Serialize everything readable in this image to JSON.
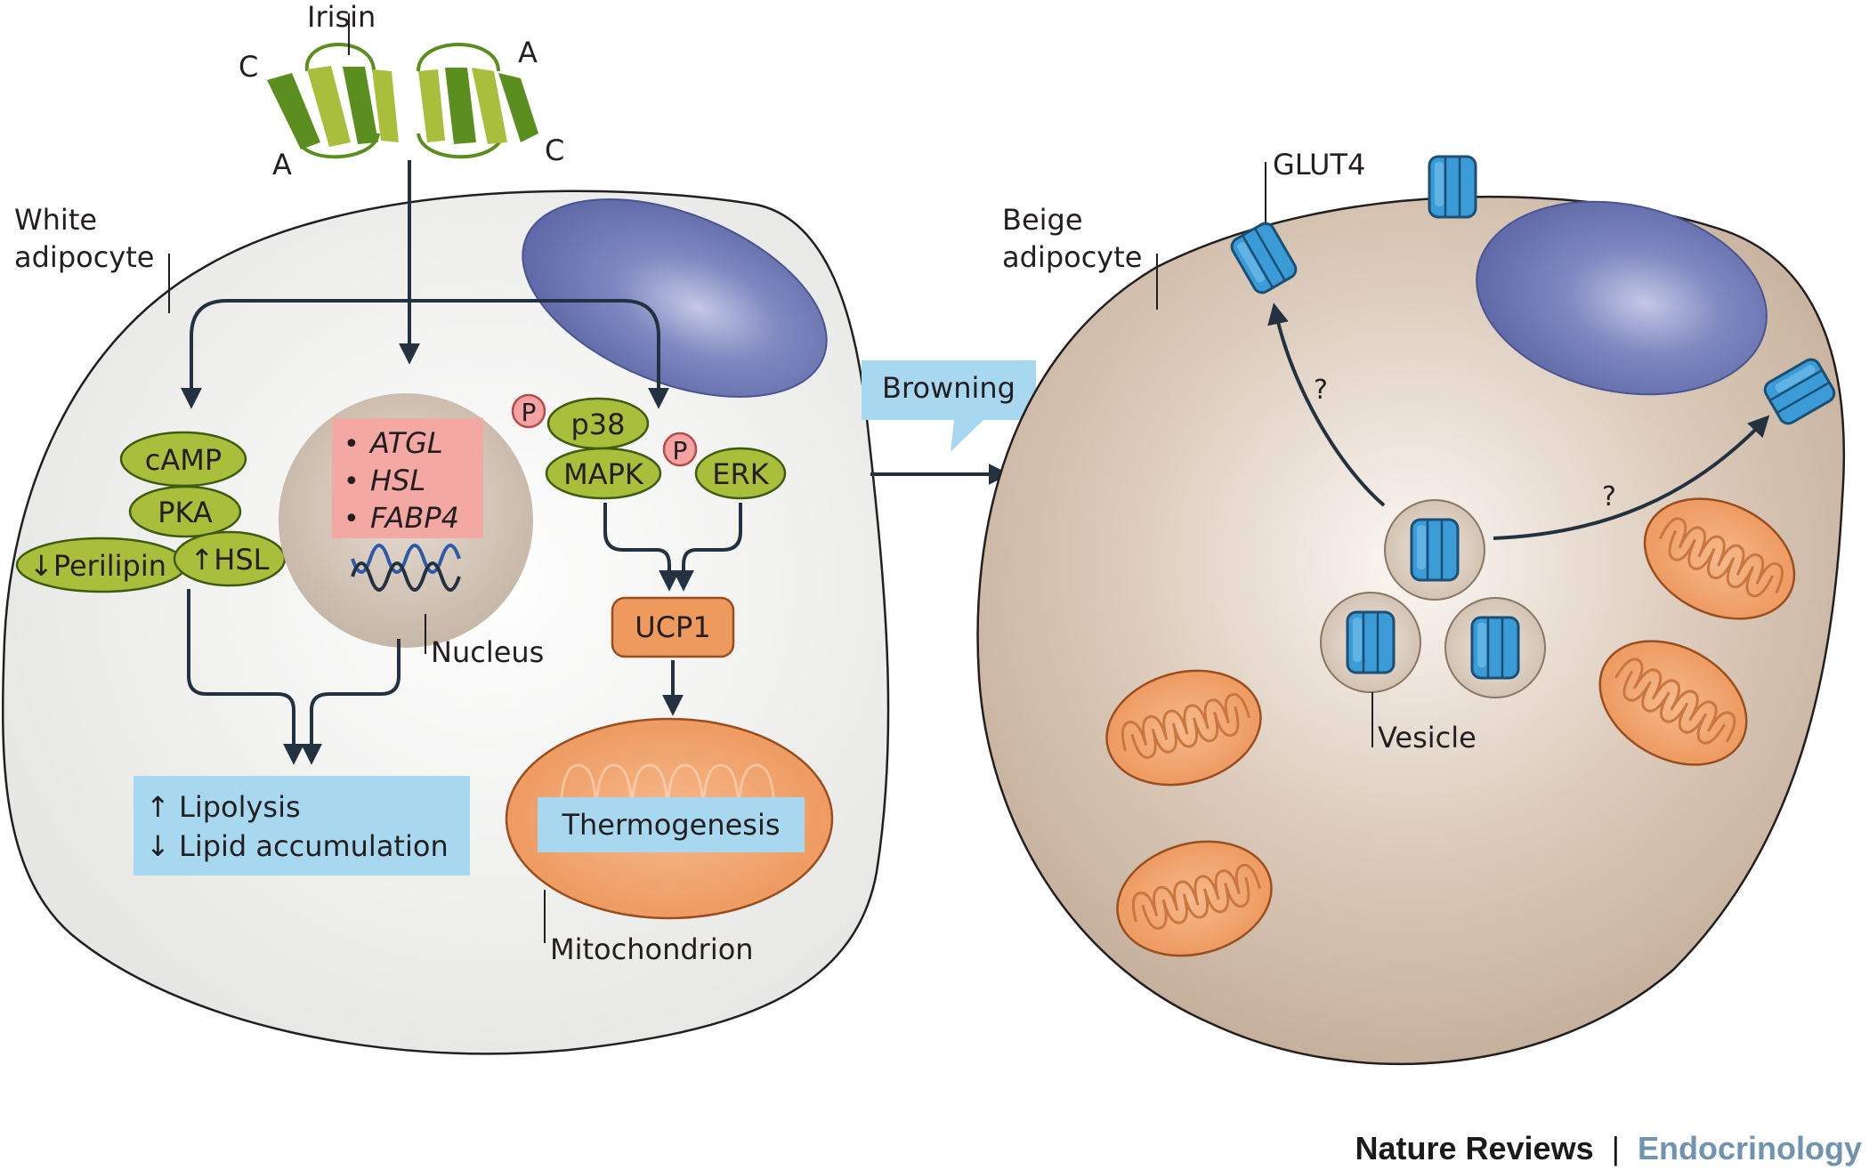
{
  "labels": {
    "irisin": "Irisin",
    "strand_c_left": "C",
    "strand_a_left": "A",
    "strand_a_right": "A",
    "strand_c_right": "C",
    "white_adipocyte_line1": "White",
    "white_adipocyte_line2": "adipocyte",
    "beige_adipocyte_line1": "Beige",
    "beige_adipocyte_line2": "adipocyte",
    "camp": "cAMP",
    "pka": "PKA",
    "perilipin": "↓Perilipin",
    "hsl_up": "↑HSL",
    "phospho_1": "P",
    "phospho_2": "P",
    "p38": "p38",
    "mapk": "MAPK",
    "erk": "ERK",
    "gene_1": "ATGL",
    "gene_2": "HSL",
    "gene_3": "FABP4",
    "bullet": "•",
    "nucleus": "Nucleus",
    "ucp1": "UCP1",
    "lipolysis": "↑ Lipolysis",
    "lipid_accumulation": "↓ Lipid accumulation",
    "thermogenesis": "Thermogenesis",
    "mitochondrion": "Mitochondrion",
    "browning": "Browning",
    "glut4": "GLUT4",
    "question_1": "?",
    "question_2": "?",
    "vesicle": "Vesicle"
  },
  "footer": {
    "journal": "Nature Reviews",
    "separator": "|",
    "section": "Endocrinology"
  },
  "colors": {
    "white_cell": "#ebebea",
    "beige_cell": "#c9b5a3",
    "nucleus_blue": "#5e6aa8",
    "green": "#a9be3a",
    "orange": "#ee9a5f",
    "pink_box": "#f3a8a3",
    "blue_box": "#a8d8ef",
    "glut_blue": "#3a9bd6",
    "arrow": "#233140",
    "section_blue": "#6f93b0"
  }
}
